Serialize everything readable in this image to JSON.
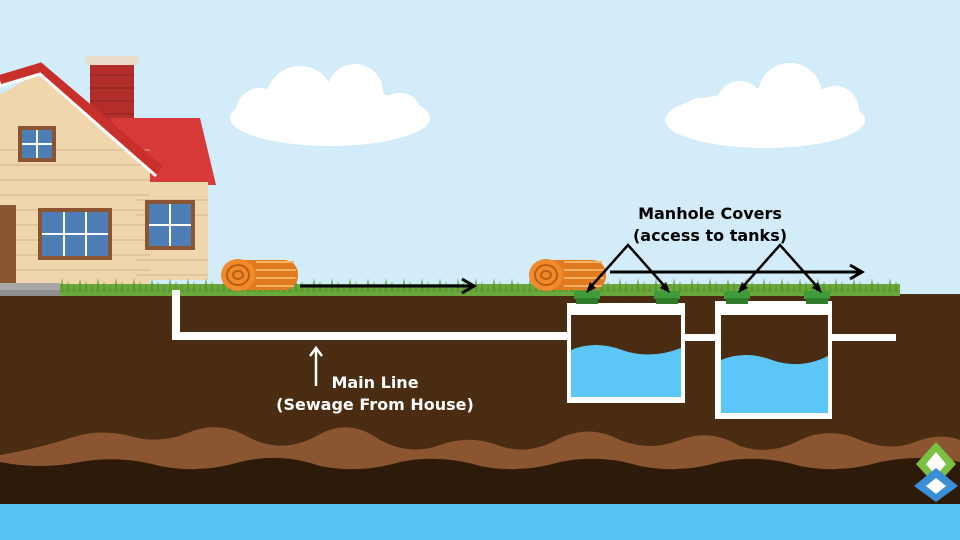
{
  "annotations": {
    "manhole_covers": {
      "line1": "Manhole Covers",
      "line2": "(access to tanks)"
    },
    "main_line": {
      "line1": "Main Line",
      "line2": "(Sewage From House)"
    }
  },
  "colors": {
    "sky": "#d3ecfa",
    "soil": "#4a2c12",
    "soil_band": "#8a5530",
    "deep_soil": "#2d1a08",
    "groundwater": "#55c4f5",
    "grass": "#6aa83c",
    "pipe": "#ffffff",
    "tank_water": "#5cc6f7",
    "manhole_cover": "#3f9a3a",
    "roof": "#d83a3a",
    "house_siding": "#f0d6ad",
    "chimney": "#b32e2a",
    "sod_roll": "#f08a2a",
    "flow_arrow": "#000000",
    "logo_green": "#7ac142",
    "logo_blue": "#3a8fd6"
  },
  "icons": [
    "house-icon",
    "cloud-icon",
    "sod-roll-icon",
    "septic-tank-icon",
    "manhole-cover-icon",
    "arrow-icon",
    "logo-icon"
  ]
}
